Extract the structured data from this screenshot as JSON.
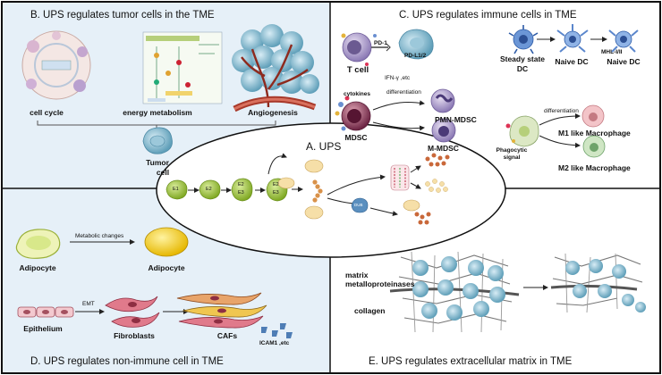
{
  "panels": {
    "b": {
      "title": "B. UPS regulates tumor cells in the TME",
      "cell_cycle": "cell cycle",
      "energy_metabolism": "energy metabolism",
      "angiogenesis": "Angiogenesis",
      "tumor_cell_line1": "Tumor",
      "tumor_cell_line2": "cell"
    },
    "c": {
      "title": "C. UPS regulates immune cells in TME",
      "t_cell": "T cell",
      "pd1": "PD-1",
      "pdl": "PD-L1/2",
      "ifn": "IFN-γ ,etc",
      "cytokines": "cytokines",
      "differentiation_1": "differentiation",
      "pmn_mdsc": "PMN-MDSC",
      "mdsc": "MDSC",
      "m_mdsc": "M-MDSC",
      "steady_dc_line1": "Steady state",
      "steady_dc_line2": "DC",
      "naive_dc_1": "Naive DC",
      "mhc": "MHL-I/II",
      "naive_dc_2": "Naive DC",
      "differentiation_2": "differentiation",
      "phago_line1": "Phagocytic",
      "phago_line2": "signal",
      "m1": "M1 like Macrophage",
      "m2": "M2 like Macrophage"
    },
    "a": {
      "title": "A. UPS",
      "e1": "E1",
      "e2": "E2",
      "e2b": "E2",
      "e3": "E3",
      "e2c": "E2",
      "e3b": "E3",
      "dub": "DUB"
    },
    "d": {
      "title": "D. UPS regulates non-immune cell in TME",
      "metabolic": "Metabolic changes",
      "adipocyte_1": "Adipocyte",
      "adipocyte_2": "Adipocyte",
      "emt": "EMT",
      "epithelium": "Epithelium",
      "fibroblasts": "Fibroblasts",
      "cafs": "CAFs",
      "icam": "ICAM1 ,etc"
    },
    "e": {
      "title": "E. UPS regulates extracellular matrix in TME",
      "mmp_line1": "matrix",
      "mmp_line2": "metalloproteinases",
      "collagen": "collagen"
    }
  },
  "colors": {
    "panel_b_bg": "#e6f0f8",
    "panel_c_bg": "#ffffff",
    "panel_d_bg": "#e6f0f8",
    "panel_e_bg": "#ffffff",
    "tumor_cell": "#7fb3c9",
    "enzyme": "#9cc43a",
    "substrate": "#f6dfa8",
    "ubiquitin": "#d9924a",
    "adipocyte": "#f2cc1f",
    "fibroblast": "#d9677a"
  }
}
